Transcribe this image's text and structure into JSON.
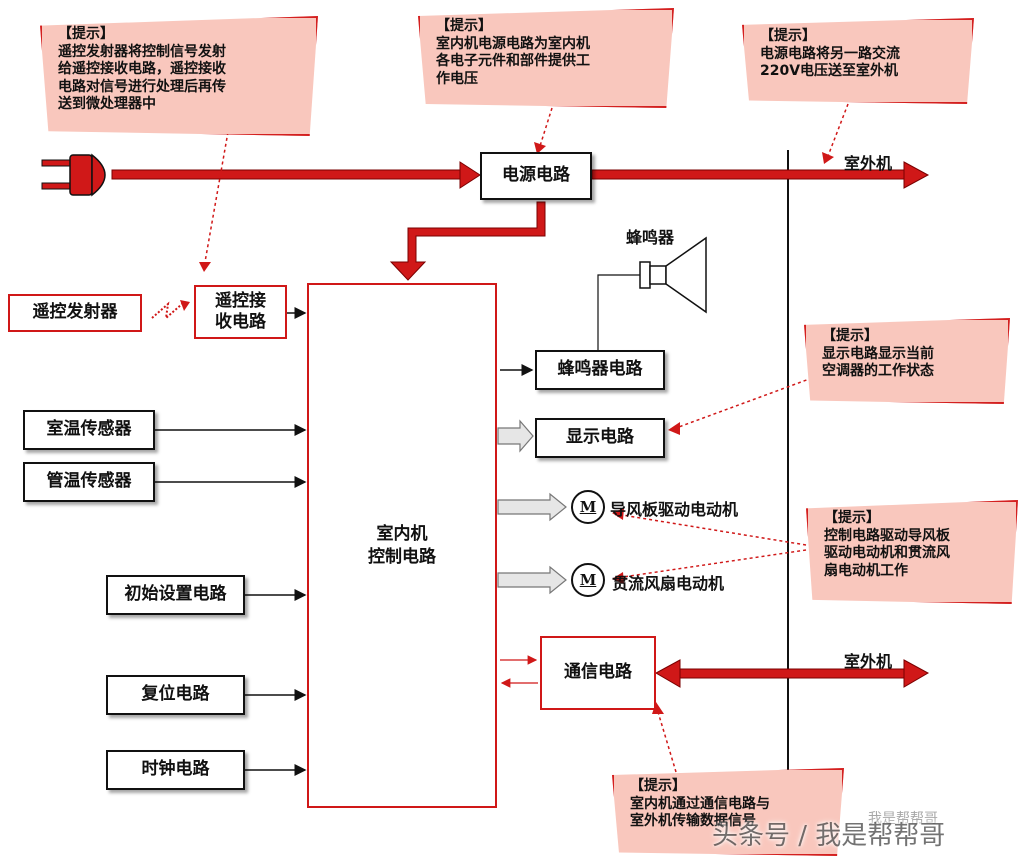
{
  "boxes": {
    "power": "电源电路",
    "remote_rx": "遥控接\n收电路",
    "remote_tx": "遥控发射器",
    "main_ctrl": "室内机\n控制电路",
    "buzzer_circuit": "蜂鸣器电路",
    "display": "显示电路",
    "room_temp": "室温传感器",
    "pipe_temp": "管温传感器",
    "init_setting": "初始设置电路",
    "reset": "复位电路",
    "clock": "时钟电路",
    "comm": "通信电路"
  },
  "labels": {
    "buzzer": "蜂鸣器",
    "outdoor_top": "室外机",
    "outdoor_bottom": "室外机",
    "louver_motor": "导风板驱动电动机",
    "fan_motor": "贯流风扇电动机",
    "motor_symbol": "M"
  },
  "tips": [
    {
      "title": "【提示】",
      "body": "遥控发射器将控制信号发射\n给遥控接收电路，遥控接收\n电路对信号进行处理后再传\n送到微处理器中"
    },
    {
      "title": "【提示】",
      "body": "室内机电源电路为室内机\n各电子元件和部件提供工\n作电压"
    },
    {
      "title": "【提示】",
      "body": "电源电路将另一路交流\n220V电压送至室外机"
    },
    {
      "title": "【提示】",
      "body": "显示电路显示当前\n空调器的工作状态"
    },
    {
      "title": "【提示】",
      "body": "控制电路驱动导风板\n驱动电动机和贯流风\n扇电动机工作"
    },
    {
      "title": "【提示】",
      "body": "室内机通过通信电路与\n室外机传输数据信号"
    }
  ],
  "watermark": {
    "main": "头条号 / 我是帮帮哥",
    "small": "我是帮帮哥"
  },
  "colors": {
    "accent_red": "#d01818",
    "tip_fill": "#f9c7bd",
    "hollow_arrow": "#e6e6e6"
  }
}
